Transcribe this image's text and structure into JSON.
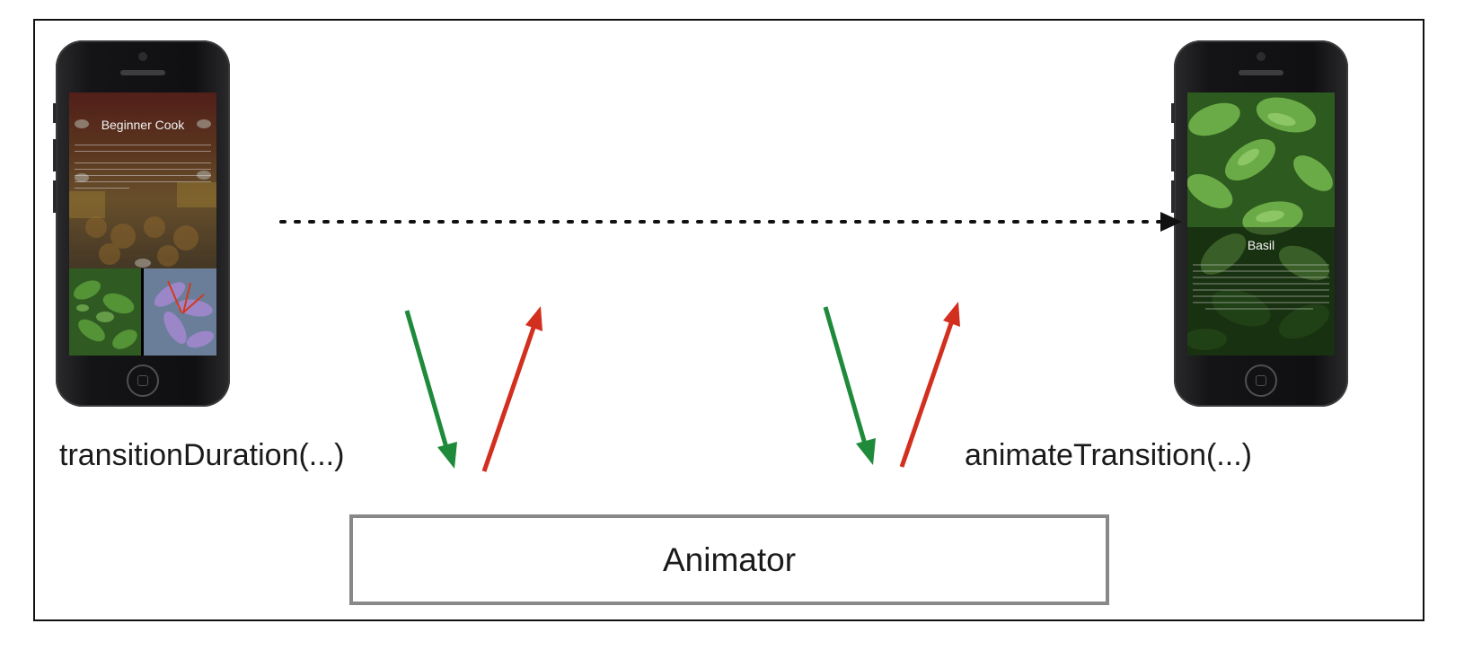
{
  "labels": {
    "left_method": "transitionDuration(...)",
    "right_method": "animateTransition(...)",
    "animator": "Animator"
  },
  "left_phone": {
    "title": "Beginner Cook"
  },
  "right_phone": {
    "title": "Basil"
  },
  "colors": {
    "green_arrow": "#1e8a3a",
    "red_arrow": "#d22f1e",
    "dotted_arrow": "#111111",
    "animator_border": "#888888"
  }
}
